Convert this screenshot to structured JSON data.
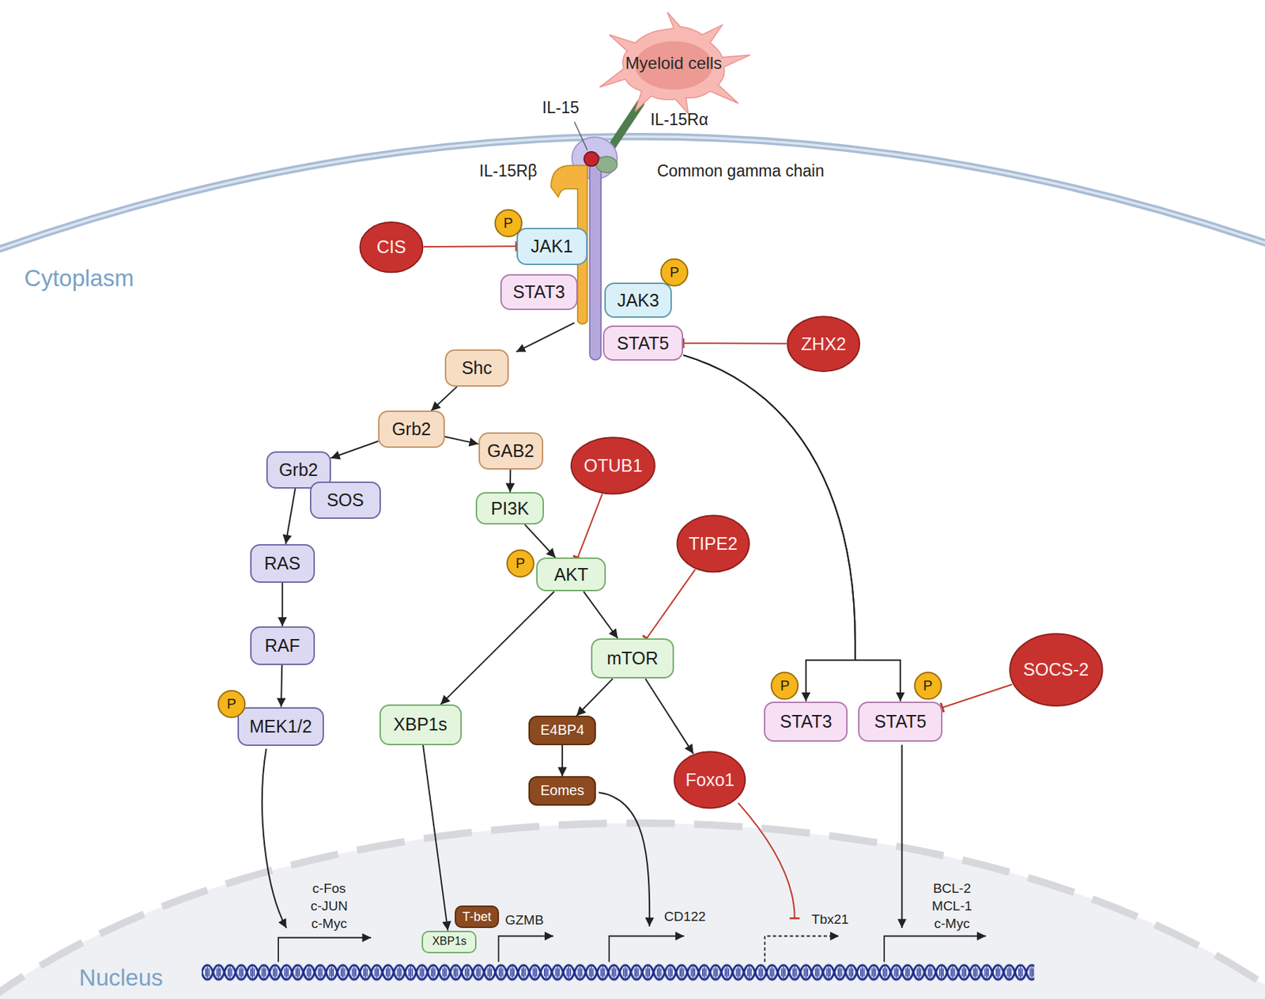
{
  "diagram": {
    "nodes": [
      {
        "text": [
          "Myeloid cells"
        ]
      },
      {
        "text": [
          "P"
        ]
      },
      {
        "text": [
          "CIS"
        ]
      },
      {
        "text": [
          "JAK1"
        ]
      },
      {
        "text": [
          "STAT3"
        ]
      },
      {
        "text": [
          "P"
        ]
      },
      {
        "text": [
          "JAK3"
        ]
      },
      {
        "text": [
          "STAT5"
        ]
      },
      {
        "text": [
          "ZHX2"
        ]
      },
      {
        "text": [
          "Shc"
        ]
      },
      {
        "text": [
          "Grb2"
        ]
      },
      {
        "text": [
          "GAB2"
        ]
      },
      {
        "text": [
          "Grb2"
        ]
      },
      {
        "text": [
          "SOS"
        ]
      },
      {
        "text": [
          "OTUB1"
        ]
      },
      {
        "text": [
          "PI3K"
        ]
      },
      {
        "text": [
          "TIPE2"
        ]
      },
      {
        "text": [
          "P"
        ]
      },
      {
        "text": [
          "AKT"
        ]
      },
      {
        "text": [
          "RAS"
        ]
      },
      {
        "text": [
          "mTOR"
        ]
      },
      {
        "text": [
          "RAF"
        ]
      },
      {
        "text": [
          "P"
        ]
      },
      {
        "text": [
          "MEK1/2"
        ]
      },
      {
        "text": [
          "XBP1s"
        ]
      },
      {
        "text": [
          "E4BP4"
        ]
      },
      {
        "text": [
          "P"
        ]
      },
      {
        "text": [
          "P"
        ]
      },
      {
        "text": [
          "SOCS-2"
        ]
      },
      {
        "text": [
          "STAT3"
        ]
      },
      {
        "text": [
          "STAT5"
        ]
      },
      {
        "text": [
          "Eomes"
        ]
      },
      {
        "text": [
          "Foxo1"
        ]
      },
      {
        "text": [
          "T-bet"
        ]
      },
      {
        "text": [
          "XBP1s"
        ]
      }
    ],
    "edges": [
      {
        "from": 2,
        "to": 3,
        "arrow": "to"
      },
      {
        "from": 8,
        "to": 7,
        "arrow": "to"
      },
      {
        "from": 9,
        "to": 10,
        "arrow": "to"
      },
      {
        "from": 10,
        "to": 12,
        "arrow": "to"
      },
      {
        "from": 10,
        "to": 11,
        "arrow": "to"
      },
      {
        "from": 12,
        "to": 19,
        "arrow": "to"
      },
      {
        "from": 11,
        "to": 15,
        "arrow": "to"
      },
      {
        "from": 15,
        "to": 18,
        "arrow": "to"
      },
      {
        "from": 14,
        "to": 18,
        "arrow": "to"
      },
      {
        "from": 18,
        "to": 24,
        "arrow": "to"
      },
      {
        "from": 18,
        "to": 20,
        "arrow": "to"
      },
      {
        "from": 16,
        "to": 20,
        "arrow": "to"
      },
      {
        "from": 19,
        "to": 21,
        "arrow": "to"
      },
      {
        "from": 21,
        "to": 23,
        "arrow": "to"
      },
      {
        "from": 20,
        "to": 25,
        "arrow": "to"
      },
      {
        "from": 20,
        "to": 32,
        "arrow": "to"
      },
      {
        "from": 25,
        "to": 31,
        "arrow": "to"
      },
      {
        "from": 7,
        "to": 29,
        "arrow": "to"
      },
      {
        "from": 7,
        "to": 30,
        "arrow": "to"
      },
      {
        "from": 28,
        "to": 30,
        "arrow": "to"
      },
      {
        "from": 24,
        "to": 34,
        "arrow": "to"
      }
    ],
    "labels": [
      "IL-15",
      "IL-15Rα",
      "IL-15Rβ",
      "Common gamma chain",
      "Cytoplasm",
      "c-Fos",
      "c-JUN",
      "c-Myc",
      "GZMB",
      "CD122",
      "Tbx21",
      "BCL-2",
      "MCL-1",
      "c-Myc",
      "Nucleus"
    ]
  }
}
